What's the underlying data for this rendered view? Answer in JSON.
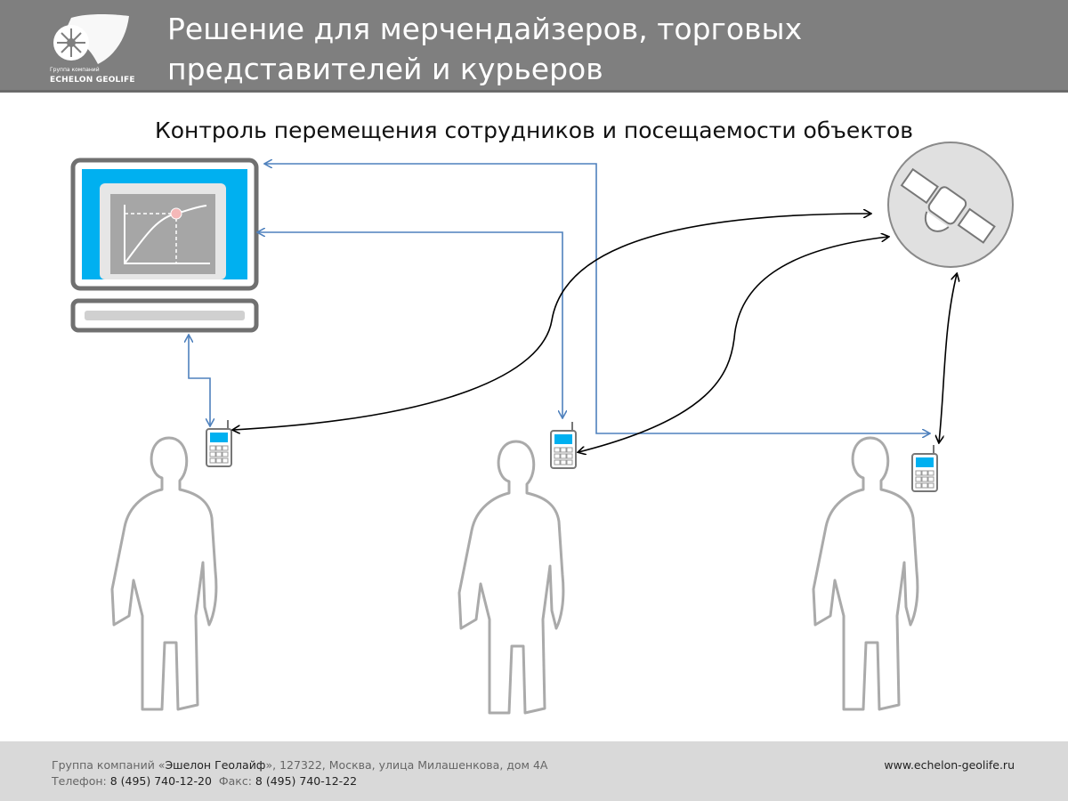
{
  "header": {
    "title_line1": "Решение для мерчендайзеров, торговых",
    "title_line2": "представителей и курьеров",
    "logo_small": "Группа компаний",
    "logo_big": "ECHELON GEOLIFE"
  },
  "subtitle": "Контроль перемещения сотрудников и посещаемости объектов",
  "footer": {
    "company_prefix": "Группа компаний «",
    "company_name": "Эшелон Геолайф",
    "address": "», 127322, Москва, улица Милашенкова, дом 4А",
    "phone_label": "Телефон: ",
    "phone": "8 (495) 740-12-20",
    "fax_label": "Факс: ",
    "fax": "8 (495) 740-12-22",
    "website": "www.echelon-geolife.ru"
  },
  "colors": {
    "header": "#7f7f7f",
    "blue_link": "#4f81bd",
    "screen": "#00b0f0",
    "footer": "#d9d9d9"
  }
}
